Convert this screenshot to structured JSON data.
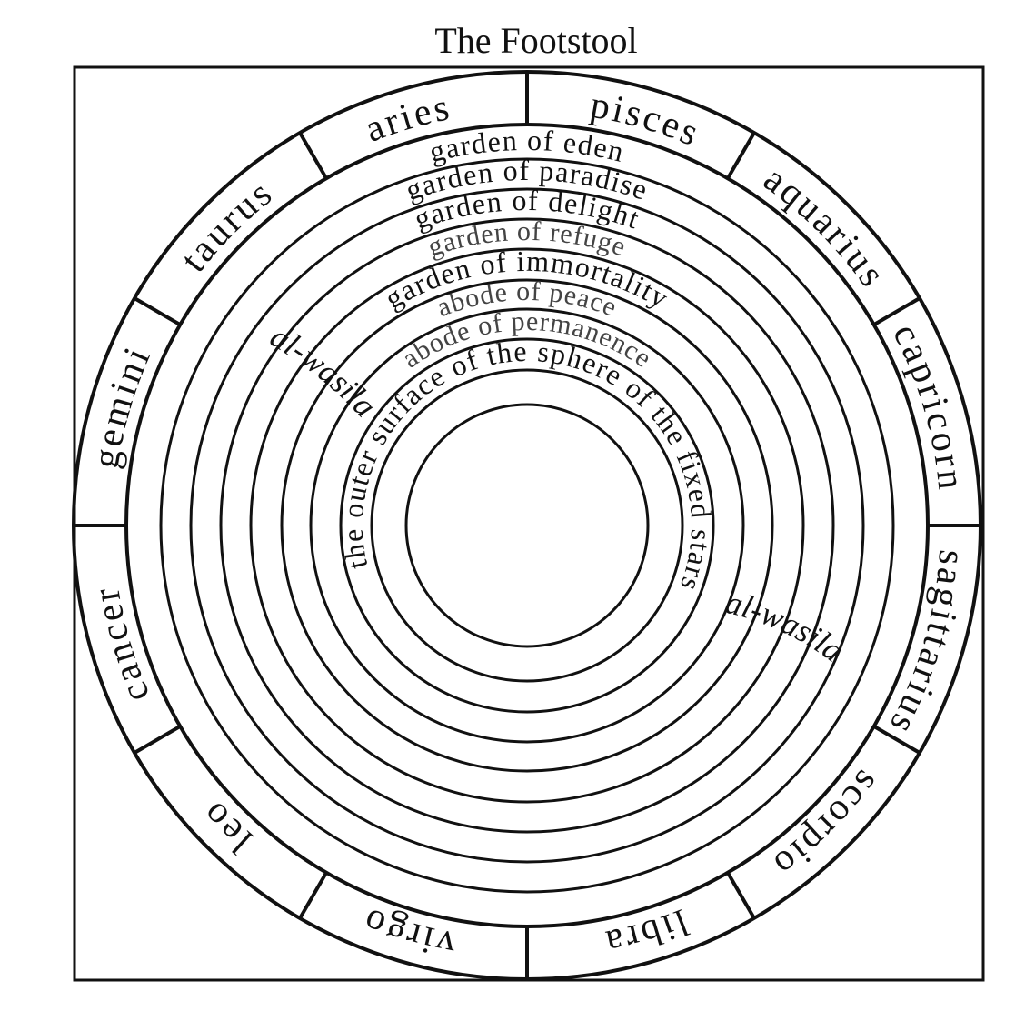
{
  "title": "The Footstool",
  "zodiac": [
    {
      "key": "aries",
      "label": "aries"
    },
    {
      "key": "pisces",
      "label": "pisces"
    },
    {
      "key": "aquarius",
      "label": "aquarius"
    },
    {
      "key": "capricorn",
      "label": "capricorn"
    },
    {
      "key": "sagittarius",
      "label": "sagittarius"
    },
    {
      "key": "scorpio",
      "label": "scorpio"
    },
    {
      "key": "libra",
      "label": "libra"
    },
    {
      "key": "virgo",
      "label": "virgo"
    },
    {
      "key": "leo",
      "label": "leo"
    },
    {
      "key": "cancer",
      "label": "cancer"
    },
    {
      "key": "gemini",
      "label": "gemini"
    },
    {
      "key": "taurus",
      "label": "taurus"
    }
  ],
  "rings": [
    {
      "key": "eden",
      "label": "garden of eden"
    },
    {
      "key": "paradise",
      "label": "garden of paradise"
    },
    {
      "key": "delight",
      "label": "garden of delight"
    },
    {
      "key": "refuge",
      "label": "garden of refuge"
    },
    {
      "key": "immortality",
      "label": "garden of immortality"
    },
    {
      "key": "peace",
      "label": "abode of peace"
    },
    {
      "key": "permanence",
      "label": "abode of permanence"
    }
  ],
  "inner_label": "the outer surface of the sphere of the fixed stars",
  "wasila_label": "al-wasila"
}
